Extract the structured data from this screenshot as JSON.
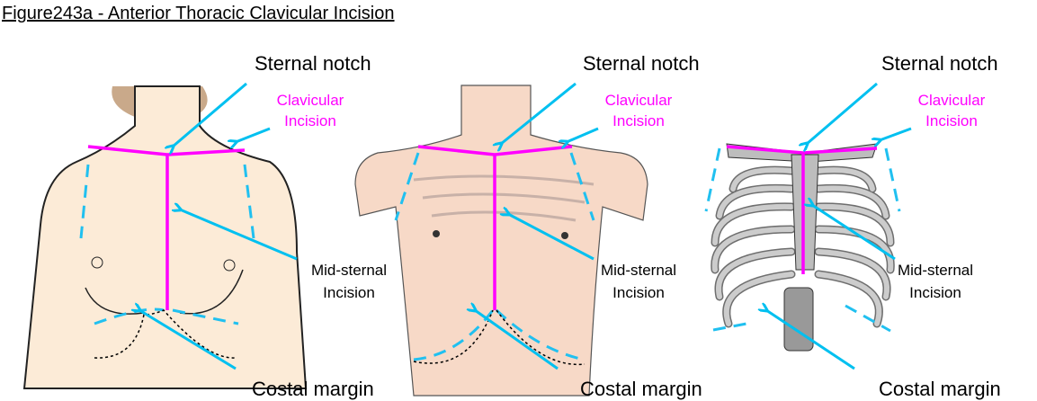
{
  "title": "Figure243a - Anterior Thoracic Clavicular Incision",
  "colors": {
    "incision": "#ff00ff",
    "arrow": "#00c0f0",
    "skin_female": "#fcebd7",
    "skin_male": "#f7d9c7",
    "bone": "#bdbdbd"
  },
  "panels": [
    {
      "name": "female-torso",
      "sternal_notch": "Sternal notch",
      "clavicular_1": "Clavicular",
      "clavicular_2": "Incision",
      "midsternal_1": "Mid-sternal",
      "midsternal_2": "Incision",
      "costal_margin": "Costal margin"
    },
    {
      "name": "male-torso",
      "sternal_notch": "Sternal notch",
      "clavicular_1": "Clavicular",
      "clavicular_2": "Incision",
      "midsternal_1": "Mid-sternal",
      "midsternal_2": "Incision",
      "costal_margin": "Costal margin"
    },
    {
      "name": "rib-cage",
      "sternal_notch": "Sternal notch",
      "clavicular_1": "Clavicular",
      "clavicular_2": "Incision",
      "midsternal_1": "Mid-sternal",
      "midsternal_2": "Incision",
      "costal_margin": "Costal margin"
    }
  ]
}
